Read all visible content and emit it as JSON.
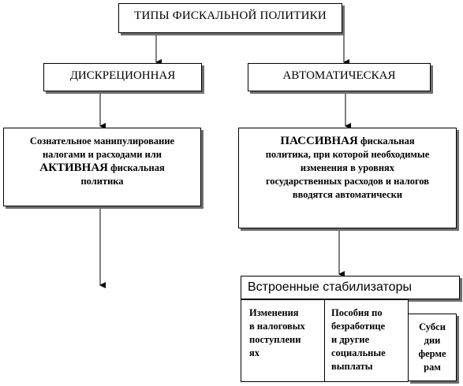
{
  "root": {
    "label": "ТИПЫ ФИСКАЛЬНОЙ ПОЛИТИКИ"
  },
  "discretionary": {
    "label": "ДИСКРЕЦИОННАЯ",
    "desc_line1": "Сознательное манипулирование",
    "desc_line2": "налогами и расходами или",
    "desc_bold": "АКТИВНАЯ",
    "desc_line3_rest": " фискальная",
    "desc_line4": "политика"
  },
  "automatic": {
    "label": "АВТОМАТИЧЕСКАЯ",
    "desc_bold": "ПАССИВНАЯ",
    "desc_line1_rest": " фискальная",
    "desc_line2": "политика, при которой необходимые",
    "desc_line3": "изменения в уровнях",
    "desc_line4": "государственных расходов и налогов",
    "desc_line5": "вводятся автоматически"
  },
  "stabilizers": {
    "title": "Встроенные стабилизаторы",
    "items": [
      {
        "lines": [
          "Изменения",
          "в налоговых",
          "поступлени",
          "ях"
        ]
      },
      {
        "lines": [
          "Пособия по",
          "безработице",
          "и другие",
          "социальные",
          "выплаты"
        ]
      },
      {
        "lines": [
          "Субси",
          "дии",
          "ферме",
          "рам"
        ]
      }
    ]
  }
}
